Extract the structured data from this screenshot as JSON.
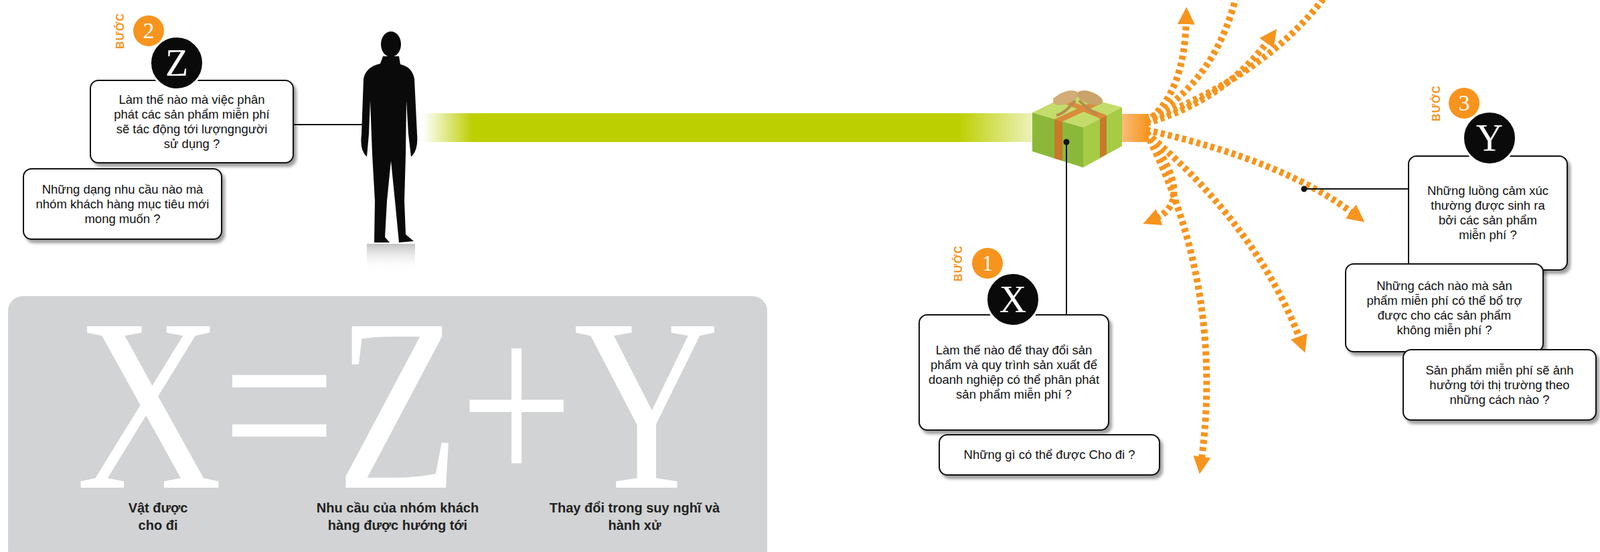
{
  "diagram": {
    "nodes": [
      {
        "text": [
          "2"
        ]
      },
      {
        "text": [
          "Z"
        ]
      },
      {
        "text": [
          "Làm thế nào mà việc phân phát các sản phẩm miễn phí sẽ tác động tới lượngngười sử dụng ?"
        ]
      },
      {
        "text": [
          "Những dạng nhu cầu nào mà nhóm khách hàng mục tiêu mới mong muốn ?"
        ]
      },
      {
        "text": [
          "X=Z+Y",
          "Vật được cho đi",
          "Nhu cầu của nhóm khách hàng được hướng tới",
          "Thay đổi trong suy nghĩ và hành xử"
        ]
      },
      {
        "text": [
          "1"
        ]
      },
      {
        "text": [
          "X"
        ]
      },
      {
        "text": [
          "Làm thế nào để thay đổi sản phẩm và quy trình sản xuất để doanh nghiệp có thể phân phát sản phẩm miễn phí ?"
        ]
      },
      {
        "text": [
          "Những gì có thể được Cho đi ?"
        ]
      },
      {
        "text": [
          "3"
        ]
      },
      {
        "text": [
          "Y"
        ]
      },
      {
        "text": [
          "Những luồng cảm xúc thường được sinh ra bởi các sản phẩm miễn phí ?"
        ]
      },
      {
        "text": [
          "Những cách nào mà sản phẩm miễn phí có thể bổ trợ được cho các sản phẩm không miễn phí ?"
        ]
      },
      {
        "text": [
          "Sản phẩm miễn phí sẽ ảnh hưởng tới thị trường theo những cách nào ?"
        ]
      }
    ],
    "labels": [
      "BƯỚC",
      "BƯỚC",
      "BƯỚC"
    ]
  }
}
